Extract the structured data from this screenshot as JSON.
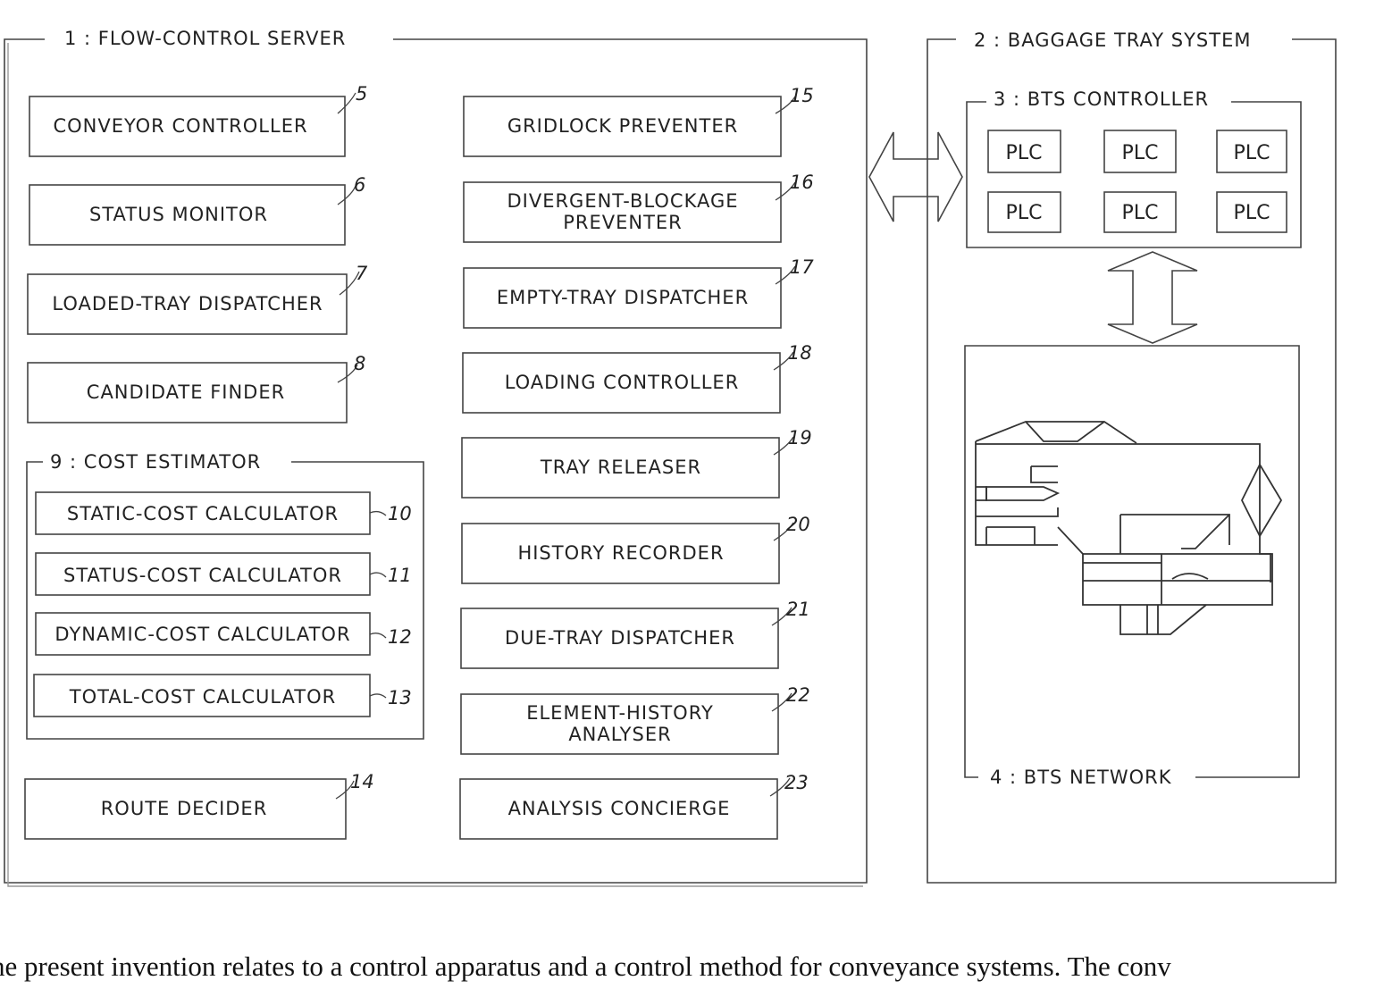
{
  "server": {
    "title": "1 : FLOW-CONTROL SERVER",
    "modules": [
      {
        "label": "CONVEYOR CONTROLLER",
        "ref": "5"
      },
      {
        "label": "STATUS MONITOR",
        "ref": "6"
      },
      {
        "label": "LOADED-TRAY DISPATCHER",
        "ref": "7"
      },
      {
        "label": "CANDIDATE FINDER",
        "ref": "8"
      },
      {
        "label": "ROUTE DECIDER",
        "ref": "14"
      },
      {
        "label": "GRIDLOCK PREVENTER",
        "ref": "15"
      },
      {
        "label": "DIVERGENT-BLOCKAGE",
        "label2": "PREVENTER",
        "ref": "16"
      },
      {
        "label": "EMPTY-TRAY DISPATCHER",
        "ref": "17"
      },
      {
        "label": "LOADING CONTROLLER",
        "ref": "18"
      },
      {
        "label": "TRAY RELEASER",
        "ref": "19"
      },
      {
        "label": "HISTORY RECORDER",
        "ref": "20"
      },
      {
        "label": "DUE-TRAY DISPATCHER",
        "ref": "21"
      },
      {
        "label": "ELEMENT-HISTORY",
        "label2": "ANALYSER",
        "ref": "22"
      },
      {
        "label": "ANALYSIS CONCIERGE",
        "ref": "23"
      }
    ],
    "cost_estimator": {
      "title": "9 : COST ESTIMATOR",
      "items": [
        {
          "label": "STATIC-COST CALCULATOR",
          "ref": "10"
        },
        {
          "label": "STATUS-COST CALCULATOR",
          "ref": "11"
        },
        {
          "label": "DYNAMIC-COST CALCULATOR",
          "ref": "12"
        },
        {
          "label": "TOTAL-COST CALCULATOR",
          "ref": "13"
        }
      ]
    }
  },
  "bts": {
    "title": "2 : BAGGAGE TRAY SYSTEM",
    "controller": {
      "title": "3 : BTS CONTROLLER",
      "plcs": [
        "PLC",
        "PLC",
        "PLC",
        "PLC",
        "PLC",
        "PLC"
      ]
    },
    "network": {
      "title": "4 : BTS NETWORK"
    }
  },
  "caption": "he present invention relates to a control apparatus and a control method for conveyance systems. The conv"
}
